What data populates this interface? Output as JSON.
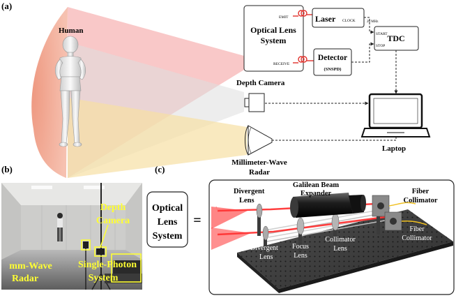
{
  "panels": {
    "a": {
      "label": "(a)"
    },
    "b": {
      "label": "(b)"
    },
    "c": {
      "label": "(c)"
    }
  },
  "diagram_a": {
    "human": "Human",
    "optical_lens_system": [
      "Optical Lens",
      "System"
    ],
    "emit": "EMIT",
    "receive": "RECEIVE",
    "laser": "Laser",
    "clock": "CLOCK",
    "clock_freq": "20 MHz",
    "start": "START",
    "stop": "STOP",
    "tdc": "TDC",
    "detector": "Detector",
    "detector_type": "(SNSPD)",
    "depth_camera": "Depth Camera",
    "mmwave_radar": [
      "Millimeter-Wave",
      "Radar"
    ],
    "laptop": "Laptop"
  },
  "photo_b": {
    "depth_camera": [
      "Depth",
      "Camera"
    ],
    "mmwave_radar": [
      "mm-Wave",
      "Radar"
    ],
    "single_photon": [
      "Single-Photon",
      "System"
    ]
  },
  "middle": {
    "optical_lens_system": [
      "Optical",
      "Lens",
      "System"
    ],
    "equals": "="
  },
  "render_c": {
    "divergent_lens_top": [
      "Divergent",
      "Lens"
    ],
    "galilean": [
      "Galilean Beam",
      "Expander"
    ],
    "fiber_collimator_top": [
      "Fiber",
      "Collimator"
    ],
    "divergent_lens_bottom": [
      "Divergent",
      "Lens"
    ],
    "focus_lens": [
      "Focus",
      "Lens"
    ],
    "collimator_lens": [
      "Collimator",
      "Lens"
    ],
    "fiber_collimator_bottom": [
      "Fiber",
      "Collimator"
    ]
  },
  "colors": {
    "beam_red": "#f4a6a6",
    "beam_gray": "#d9d9d9",
    "beam_yellow": "#f7dfa6",
    "fiber_red": "#e0302b",
    "label_yellow": "#ffff33",
    "body_orange": "#f0a080"
  }
}
